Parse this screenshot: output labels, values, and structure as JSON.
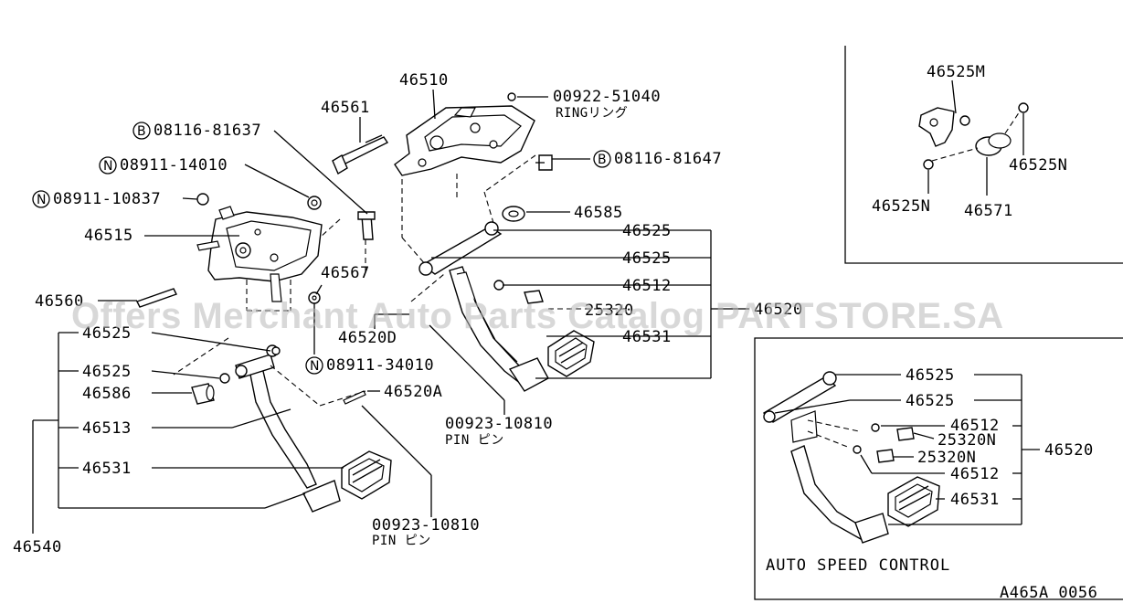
{
  "labels": {
    "p46510": "46510",
    "p46561": "46561",
    "p00922_51040": "00922-51040",
    "ring_jp": "RINGリング",
    "b08116_81637": "08116-81637",
    "b08116_81647": "08116-81647",
    "n08911_14010": "08911-14010",
    "n08911_10837": "08911-10837",
    "n08911_34010": "08911-34010",
    "p46515": "46515",
    "p46585": "46585",
    "p46525_a": "46525",
    "p46525_b": "46525",
    "p46512": "46512",
    "p46567": "46567",
    "p46560": "46560",
    "p25320": "25320",
    "p46520_main": "46520",
    "p46520D": "46520D",
    "p46531_main": "46531",
    "p46525_c": "46525",
    "p46525_d": "46525",
    "p46586": "46586",
    "p46520A": "46520A",
    "p46513": "46513",
    "p00923_a": "00923-10810",
    "pin_jp_a": "PIN ピン",
    "p46531_left": "46531",
    "p00923_b": "00923-10810",
    "pin_jp_b": "PIN ピン",
    "p46540": "46540",
    "circle_b": "B",
    "circle_n": "N"
  },
  "inset_top": {
    "p46525M": "46525M",
    "p46525N_a": "46525N",
    "p46525N_b": "46525N",
    "p46571": "46571"
  },
  "inset_bottom": {
    "p46525_a": "46525",
    "p46525_b": "46525",
    "p46512_a": "46512",
    "p25320N_a": "25320N",
    "p25320N_b": "25320N",
    "p46512_b": "46512",
    "p46531": "46531",
    "p46520": "46520",
    "title": "AUTO SPEED CONTROL"
  },
  "footer": {
    "code": "A465A 0056"
  },
  "watermark": "Offers Merchant Auto Parts Catalog PARTSTORE.SA"
}
